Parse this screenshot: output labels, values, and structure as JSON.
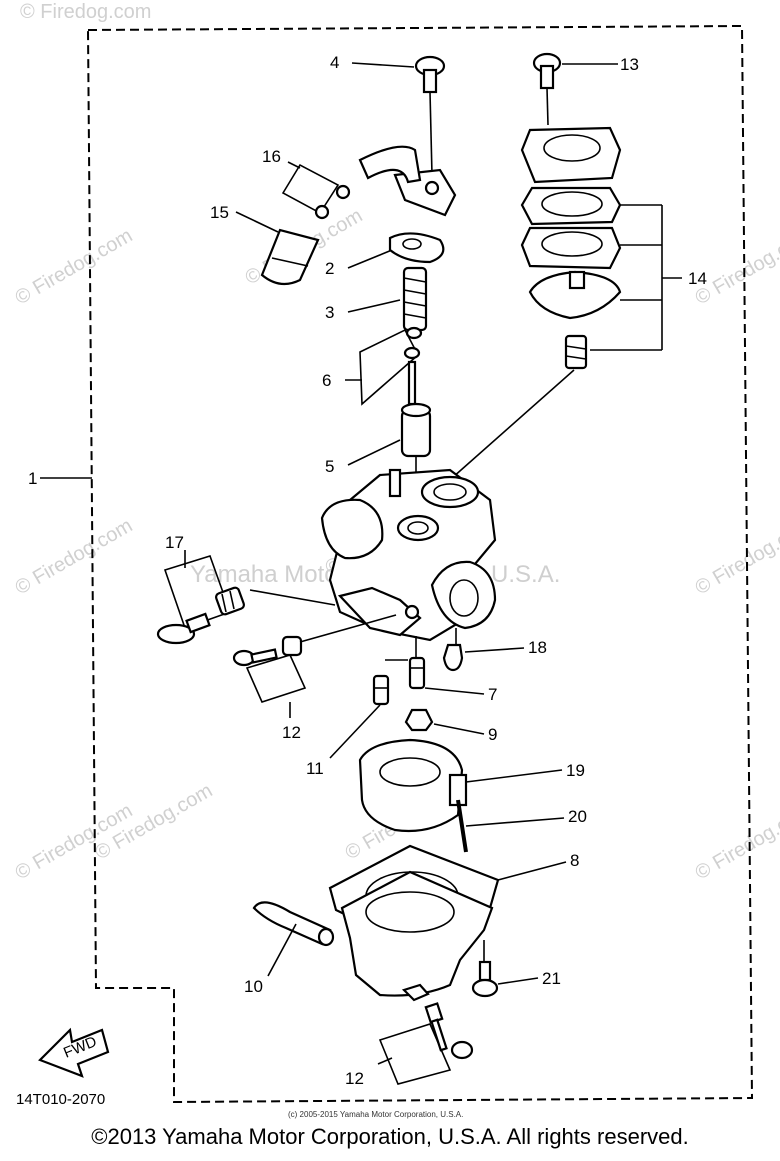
{
  "watermark": {
    "site": "© Firedog.com",
    "brand": "Yamaha Motor Corporation, U.S.A."
  },
  "labels": {
    "p1": "1",
    "p2": "2",
    "p3": "3",
    "p4": "4",
    "p5": "5",
    "p6": "6",
    "p7": "7",
    "p8": "8",
    "p9": "9",
    "p10": "10",
    "p11": "11",
    "p12a": "12",
    "p12b": "12",
    "p13": "13",
    "p14": "14",
    "p15": "15",
    "p16": "16",
    "p17": "17",
    "p18": "18",
    "p19": "19",
    "p20": "20",
    "p21": "21"
  },
  "fwd_label": "FWD",
  "diagram_code": "14T010-2070",
  "small_credit": "(c) 2005-2015 Yamaha Motor Corporation, U.S.A.",
  "copyright": "©2013 Yamaha Motor Corporation, U.S.A. All rights reserved."
}
